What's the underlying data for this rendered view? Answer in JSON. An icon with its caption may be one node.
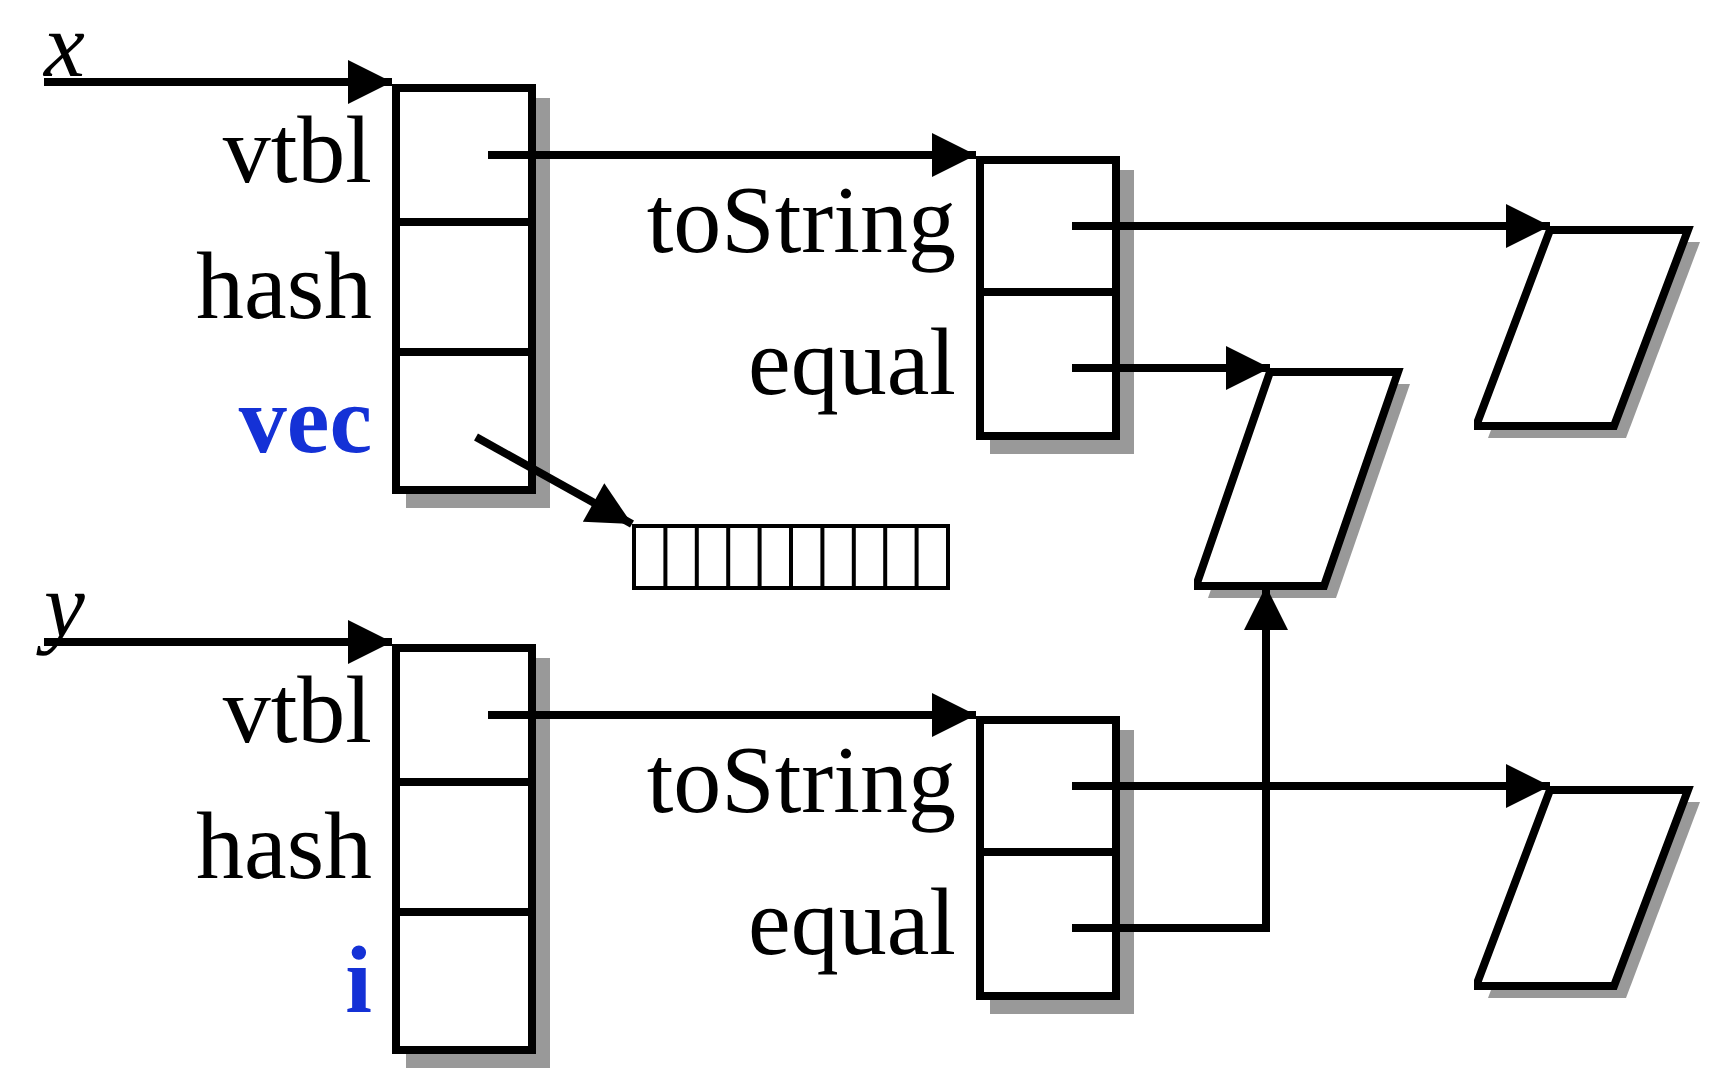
{
  "diagram": {
    "nodes": [
      {
        "text": [
          "x"
        ]
      },
      {
        "text": [],
        "shape": "box"
      },
      {
        "text": [],
        "shape": "box",
        "in": 1,
        "beside": [
          "vtbl"
        ]
      },
      {
        "text": [],
        "shape": "box",
        "in": 1,
        "beside": [
          "hash"
        ]
      },
      {
        "text": [],
        "shape": "box",
        "in": 1,
        "beside": [
          "vec"
        ]
      },
      {
        "text": [],
        "shape": "box"
      },
      {
        "text": [],
        "shape": "box",
        "in": 5,
        "beside": [
          "toString"
        ]
      },
      {
        "text": [],
        "shape": "box",
        "in": 5,
        "beside": [
          "equal"
        ]
      },
      {
        "text": [],
        "shape": "parallelogram"
      },
      {
        "text": [],
        "shape": "parallelogram"
      },
      {
        "text": [],
        "shape": "bar"
      },
      {
        "text": [
          "y"
        ]
      },
      {
        "text": [],
        "shape": "box"
      },
      {
        "text": [],
        "shape": "box",
        "in": 12,
        "beside": [
          "vtbl"
        ]
      },
      {
        "text": [],
        "shape": "box",
        "in": 12,
        "beside": [
          "hash"
        ]
      },
      {
        "text": [],
        "shape": "box",
        "in": 12,
        "beside": [
          "i"
        ]
      },
      {
        "text": [],
        "shape": "box"
      },
      {
        "text": [],
        "shape": "box",
        "in": 16,
        "beside": [
          "toString"
        ]
      },
      {
        "text": [],
        "shape": "box",
        "in": 16,
        "beside": [
          "equal"
        ]
      },
      {
        "text": [],
        "shape": "parallelogram"
      }
    ],
    "edges": [
      {
        "from": 0,
        "to": 1,
        "arrow": "to"
      },
      {
        "from": 2,
        "to": 5,
        "arrow": "to"
      },
      {
        "from": 4,
        "to": 10,
        "arrow": "to"
      },
      {
        "from": 6,
        "to": 8,
        "arrow": "to"
      },
      {
        "from": 7,
        "to": 9,
        "arrow": "to"
      },
      {
        "from": 11,
        "to": 12,
        "arrow": "to"
      },
      {
        "from": 13,
        "to": 16,
        "arrow": "to"
      },
      {
        "from": 17,
        "to": 19,
        "arrow": "to"
      },
      {
        "from": 18,
        "to": 9,
        "arrow": "to"
      }
    ]
  }
}
